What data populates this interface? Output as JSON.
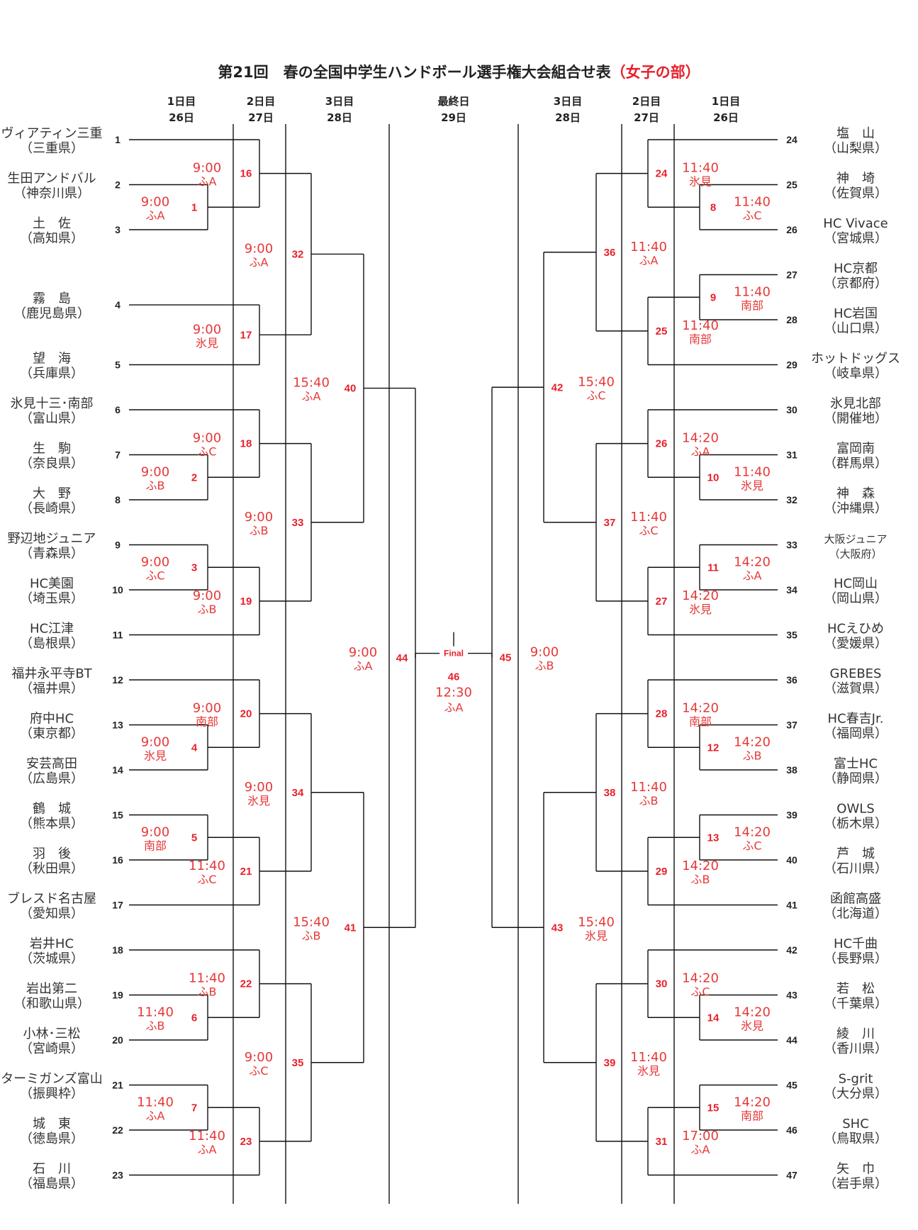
{
  "title": {
    "main": "第21回　春の全国中学生ハンドボール選手権大会組合せ表",
    "sub": "（女子の部）"
  },
  "colors": {
    "accent": "#e8202a",
    "line": "#111111"
  },
  "headers": [
    {
      "day": "1日目",
      "date": "26日"
    },
    {
      "day": "2日目",
      "date": "27日"
    },
    {
      "day": "3日目",
      "date": "28日"
    },
    {
      "day": "最終日",
      "date": "29日"
    },
    {
      "day": "3日目",
      "date": "28日"
    },
    {
      "day": "2日目",
      "date": "27日"
    },
    {
      "day": "1日目",
      "date": "26日"
    }
  ],
  "teams": [
    {
      "seed": "1",
      "name": "ヴィアティン三重",
      "pref": "（三重県）"
    },
    {
      "seed": "2",
      "name": "生田アンドバル",
      "pref": "（神奈川県）"
    },
    {
      "seed": "3",
      "name": "土　佐",
      "pref": "（高知県）"
    },
    {
      "seed": "4",
      "name": "霧　島",
      "pref": "（鹿児島県）"
    },
    {
      "seed": "5",
      "name": "望　海",
      "pref": "（兵庫県）"
    },
    {
      "seed": "6",
      "name": "氷見十三･南部",
      "pref": "（富山県）"
    },
    {
      "seed": "7",
      "name": "生　駒",
      "pref": "（奈良県）"
    },
    {
      "seed": "8",
      "name": "大　野",
      "pref": "（長崎県）"
    },
    {
      "seed": "9",
      "name": "野辺地ジュニア",
      "pref": "（青森県）"
    },
    {
      "seed": "10",
      "name": "HC美園",
      "pref": "（埼玉県）"
    },
    {
      "seed": "11",
      "name": "HC江津",
      "pref": "（島根県）"
    },
    {
      "seed": "12",
      "name": "福井永平寺BT",
      "pref": "（福井県）"
    },
    {
      "seed": "13",
      "name": "府中HC",
      "pref": "（東京都）"
    },
    {
      "seed": "14",
      "name": "安芸高田",
      "pref": "（広島県）"
    },
    {
      "seed": "15",
      "name": "鶴　城",
      "pref": "（熊本県）"
    },
    {
      "seed": "16",
      "name": "羽　後",
      "pref": "（秋田県）"
    },
    {
      "seed": "17",
      "name": "ブレスド名古屋",
      "pref": "（愛知県）"
    },
    {
      "seed": "18",
      "name": "岩井HC",
      "pref": "（茨城県）"
    },
    {
      "seed": "19",
      "name": "岩出第二",
      "pref": "（和歌山県）"
    },
    {
      "seed": "20",
      "name": "小林･三松",
      "pref": "（宮崎県）"
    },
    {
      "seed": "21",
      "name": "ターミガンズ富山",
      "pref": "（振興枠）"
    },
    {
      "seed": "22",
      "name": "城　東",
      "pref": "（徳島県）"
    },
    {
      "seed": "23",
      "name": "石　川",
      "pref": "（福島県）"
    },
    {
      "seed": "24",
      "name": "塩　山",
      "pref": "（山梨県）"
    },
    {
      "seed": "25",
      "name": "神　埼",
      "pref": "（佐賀県）"
    },
    {
      "seed": "26",
      "name": "HC Vivace",
      "pref": "（宮城県）"
    },
    {
      "seed": "27",
      "name": "HC京都",
      "pref": "（京都府）"
    },
    {
      "seed": "28",
      "name": "HC岩国",
      "pref": "（山口県）"
    },
    {
      "seed": "29",
      "name": "ホットドッグス",
      "pref": "（岐阜県）"
    },
    {
      "seed": "30",
      "name": "氷見北部",
      "pref": "（開催地）"
    },
    {
      "seed": "31",
      "name": "富岡南",
      "pref": "（群馬県）"
    },
    {
      "seed": "32",
      "name": "神　森",
      "pref": "（沖縄県）"
    },
    {
      "seed": "33",
      "name": "大阪ジュニア",
      "pref": "（大阪府）"
    },
    {
      "seed": "34",
      "name": "HC岡山",
      "pref": "（岡山県）"
    },
    {
      "seed": "35",
      "name": "HCえひめ",
      "pref": "（愛媛県）"
    },
    {
      "seed": "36",
      "name": "GREBES",
      "pref": "（滋賀県）"
    },
    {
      "seed": "37",
      "name": "HC春吉Jr.",
      "pref": "（福岡県）"
    },
    {
      "seed": "38",
      "name": "富士HC",
      "pref": "（静岡県）"
    },
    {
      "seed": "39",
      "name": "OWLS",
      "pref": "（栃木県）"
    },
    {
      "seed": "40",
      "name": "芦　城",
      "pref": "（石川県）"
    },
    {
      "seed": "41",
      "name": "函館高盛",
      "pref": "（北海道）"
    },
    {
      "seed": "42",
      "name": "HC千曲",
      "pref": "（長野県）"
    },
    {
      "seed": "43",
      "name": "若　松",
      "pref": "（千葉県）"
    },
    {
      "seed": "44",
      "name": "綾　川",
      "pref": "（香川県）"
    },
    {
      "seed": "45",
      "name": "S-grit",
      "pref": "（大分県）"
    },
    {
      "seed": "46",
      "name": "SHC",
      "pref": "（鳥取県）"
    },
    {
      "seed": "47",
      "name": "矢　巾",
      "pref": "（岩手県）"
    }
  ],
  "matches": [
    {
      "no": "1",
      "a": "s2",
      "b": "s3",
      "time": "9:00",
      "venue": "ふA"
    },
    {
      "no": "2",
      "a": "s7",
      "b": "s8",
      "time": "9:00",
      "venue": "ふB"
    },
    {
      "no": "3",
      "a": "s9",
      "b": "s10",
      "time": "9:00",
      "venue": "ふC"
    },
    {
      "no": "4",
      "a": "s13",
      "b": "s14",
      "time": "9:00",
      "venue": "氷見"
    },
    {
      "no": "5",
      "a": "s15",
      "b": "s16",
      "time": "9:00",
      "venue": "南部"
    },
    {
      "no": "6",
      "a": "s19",
      "b": "s20",
      "time": "11:40",
      "venue": "ふB"
    },
    {
      "no": "7",
      "a": "s21",
      "b": "s22",
      "time": "11:40",
      "venue": "ふA"
    },
    {
      "no": "8",
      "a": "s25",
      "b": "s26",
      "time": "11:40",
      "venue": "ふC"
    },
    {
      "no": "9",
      "a": "s27",
      "b": "s28",
      "time": "11:40",
      "venue": "南部"
    },
    {
      "no": "10",
      "a": "s31",
      "b": "s32",
      "time": "11:40",
      "venue": "氷見"
    },
    {
      "no": "11",
      "a": "s33",
      "b": "s34",
      "time": "14:20",
      "venue": "ふA"
    },
    {
      "no": "12",
      "a": "s37",
      "b": "s38",
      "time": "14:20",
      "venue": "ふB"
    },
    {
      "no": "13",
      "a": "s39",
      "b": "s40",
      "time": "14:20",
      "venue": "ふC"
    },
    {
      "no": "14",
      "a": "s43",
      "b": "s44",
      "time": "14:20",
      "venue": "氷見"
    },
    {
      "no": "15",
      "a": "s45",
      "b": "s46",
      "time": "14:20",
      "venue": "南部"
    },
    {
      "no": "16",
      "a": "s1",
      "b": "m1",
      "time": "9:00",
      "venue": "ふA"
    },
    {
      "no": "17",
      "a": "s4",
      "b": "s5",
      "time": "9:00",
      "venue": "氷見"
    },
    {
      "no": "18",
      "a": "s6",
      "b": "m2",
      "time": "9:00",
      "venue": "ふC"
    },
    {
      "no": "19",
      "a": "m3",
      "b": "s11",
      "time": "9:00",
      "venue": "ふB"
    },
    {
      "no": "20",
      "a": "s12",
      "b": "m4",
      "time": "9:00",
      "venue": "南部"
    },
    {
      "no": "21",
      "a": "m5",
      "b": "s17",
      "time": "11:40",
      "venue": "ふC"
    },
    {
      "no": "22",
      "a": "s18",
      "b": "m6",
      "time": "11:40",
      "venue": "ふB"
    },
    {
      "no": "23",
      "a": "m7",
      "b": "s23",
      "time": "11:40",
      "venue": "ふA"
    },
    {
      "no": "24",
      "a": "s24",
      "b": "m8",
      "time": "11:40",
      "venue": "氷見"
    },
    {
      "no": "25",
      "a": "m9",
      "b": "s29",
      "time": "11:40",
      "venue": "南部"
    },
    {
      "no": "26",
      "a": "s30",
      "b": "m10",
      "time": "14:20",
      "venue": "ふA"
    },
    {
      "no": "27",
      "a": "m11",
      "b": "s35",
      "time": "14:20",
      "venue": "氷見"
    },
    {
      "no": "28",
      "a": "s36",
      "b": "m12",
      "time": "14:20",
      "venue": "南部"
    },
    {
      "no": "29",
      "a": "m13",
      "b": "s41",
      "time": "14:20",
      "venue": "ふB"
    },
    {
      "no": "30",
      "a": "s42",
      "b": "m14",
      "time": "14:20",
      "venue": "ふC"
    },
    {
      "no": "31",
      "a": "m15",
      "b": "s47",
      "time": "17:00",
      "venue": "ふA"
    },
    {
      "no": "32",
      "a": "m16",
      "b": "m17",
      "time": "9:00",
      "venue": "ふA"
    },
    {
      "no": "33",
      "a": "m18",
      "b": "m19",
      "time": "9:00",
      "venue": "ふB"
    },
    {
      "no": "34",
      "a": "m20",
      "b": "m21",
      "time": "9:00",
      "venue": "氷見"
    },
    {
      "no": "35",
      "a": "m22",
      "b": "m23",
      "time": "9:00",
      "venue": "ふC"
    },
    {
      "no": "36",
      "a": "m24",
      "b": "m25",
      "time": "11:40",
      "venue": "ふA"
    },
    {
      "no": "37",
      "a": "m26",
      "b": "m27",
      "time": "11:40",
      "venue": "ふC"
    },
    {
      "no": "38",
      "a": "m28",
      "b": "m29",
      "time": "11:40",
      "venue": "ふB"
    },
    {
      "no": "39",
      "a": "m30",
      "b": "m31",
      "time": "11:40",
      "venue": "氷見"
    },
    {
      "no": "40",
      "a": "m32",
      "b": "m33",
      "time": "15:40",
      "venue": "ふA"
    },
    {
      "no": "41",
      "a": "m34",
      "b": "m35",
      "time": "15:40",
      "venue": "ふB"
    },
    {
      "no": "42",
      "a": "m36",
      "b": "m37",
      "time": "15:40",
      "venue": "ふC"
    },
    {
      "no": "43",
      "a": "m38",
      "b": "m39",
      "time": "15:40",
      "venue": "氷見"
    },
    {
      "no": "44",
      "a": "m40",
      "b": "m41",
      "time": "9:00",
      "venue": "ふA"
    },
    {
      "no": "45",
      "a": "m42",
      "b": "m43",
      "time": "9:00",
      "venue": "ふB"
    }
  ],
  "final": {
    "label": "Final",
    "no": "46",
    "time": "12:30",
    "venue": "ふA",
    "a": "m44",
    "b": "m45"
  }
}
